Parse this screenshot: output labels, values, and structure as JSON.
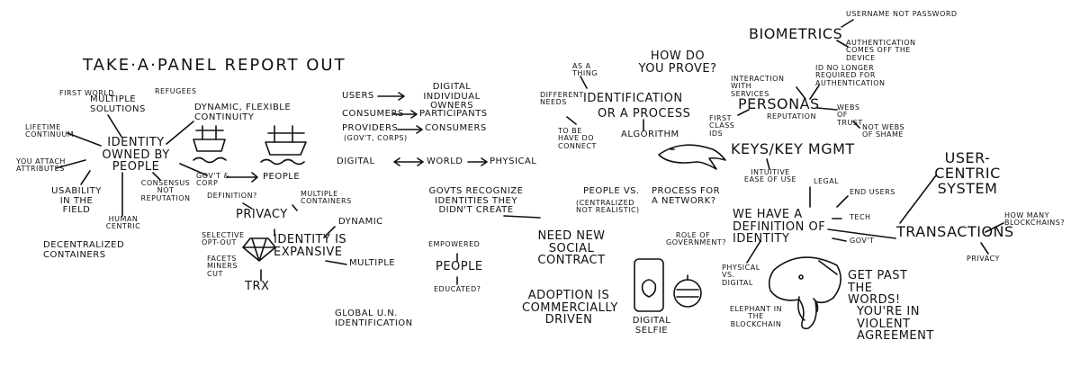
{
  "title": "TAKE·A·PANEL REPORT OUT",
  "left_cluster": {
    "first_world": "FIRST WORLD",
    "multiple_solutions": "MULTIPLE SOLUTIONS",
    "refugees": "REFUGEES",
    "lifetime_continuum": "LIFETIME CONTINUUM",
    "you_attach_attributes": "YOU ATTACH ATTRIBUTES",
    "identity_owned": "IDENTITY OWNED by PEOPLE",
    "dynamic_flexible": "DYNAMIC, FLEXIBLE CONTINUITY",
    "usability": "USABILITY in the FIELD",
    "human_centric": "HUMAN CENTRIC",
    "consensus_reputation": "CONSENSUS not REPUTATION",
    "govt_corp": "GOV'T & CORP",
    "people": "PEOPLE",
    "decentralized": "DECENTRALIZED CONTAINERS"
  },
  "privacy_cluster": {
    "definition": "DEFINITION?",
    "multiple_containers": "MULTIPLE CONTAINERS",
    "privacy": "PRIVACY",
    "dynamic": "DYNAMIC",
    "selective_opt_out": "SELECTIVE OPT-OUT",
    "identity_expansive": "IDENTITY is EXPANSIVE",
    "facets": "FACETS MINERS CUT",
    "multiple": "MULTIPLE",
    "trx": "TRX"
  },
  "middle_cluster": {
    "users": "USERS",
    "digital_individual_owners": "DIGITAL INDIVIDUAL OWNERS",
    "consumers": "CONSUMERS",
    "participants": "PARTICIPANTS",
    "providers": "PROVIDERS",
    "govt_corps": "(GOV'T, CORPS)",
    "consumers_2": "CONSUMERS",
    "digital": "DIGITAL",
    "world": "WORLD",
    "physical": "PHYSICAL",
    "govts_recognize": "GOVTs RECOGNIZE IDENTITIES THEY DIDN'T CREATE",
    "empowered": "EMPOWERED",
    "people": "PEOPLE",
    "educated": "EDUCATED?",
    "global_un": "GLOBAL U.N. IDENTIFICATION"
  },
  "identification_cluster": {
    "as_a_thing": "as a THING",
    "different_needs": "DIFFERENT NEEDS",
    "identification": "IDENTIFICATION",
    "or_a_process": "or a PROCESS",
    "to_be_have_do_connect": "to BE HAVE DO CONNECT",
    "algorithm": "ALGORITHM",
    "how_do_you_prove": "HOW DO YOU PROVE?",
    "people_vs": "PEOPLE vs.",
    "centralized": "(CENTRALIZED NOT REALISTIC)",
    "process_network": "PROCESS for a NETWORK?",
    "need_social_contract": "NEED NEW SOCIAL CONTRACT",
    "role_of_government": "ROLE of GOVERNMENT?",
    "adoption": "ADOPTION is COMMERCIALLY DRIVEN",
    "digital_selfie": "DIGITAL SELFIE"
  },
  "right_cluster": {
    "biometrics": "BIOMETRICS",
    "username_not_password": "USERNAME NOT PASSWORD",
    "authentication_device": "AUTHENTICATION COMES OFF the DEVICE",
    "interaction_services": "INTERACTION with SERVICES",
    "id_no_longer": "ID NO LONGER REQUIRED for AUTHENTICATION",
    "personas": "PERSONAS",
    "reputation": "REPUTATION",
    "first_class_ids": "FIRST CLASS IDs",
    "webs_of_trust": "WEBS of TRUST",
    "not_webs_shame": "NOT WEBS of SHAME",
    "keys": "KEYS/KEY MGMT",
    "intuitive": "INTUITIVE EASE of USE",
    "legal": "LEGAL",
    "end_users": "END USERS",
    "tech": "TECH",
    "govt": "GOV'T",
    "we_have_definition": "WE HAVE a DEFINITION of IDENTITY",
    "user_centric": "USER-CENTRIC SYSTEM",
    "transactions": "TRANSACTIONS",
    "how_many_blockchains": "HOW MANY BLOCKCHAINS?",
    "privacy": "PRIVACY",
    "physical_vs_digital": "PHYSICAL vs. DIGITAL",
    "get_past_words": "GET PAST the WORDS!",
    "elephant_blockchain": "ELEPHANT in the BLOCKCHAIN",
    "violent_agreement": "YOU'RE in VIOLENT AGREEMENT"
  }
}
